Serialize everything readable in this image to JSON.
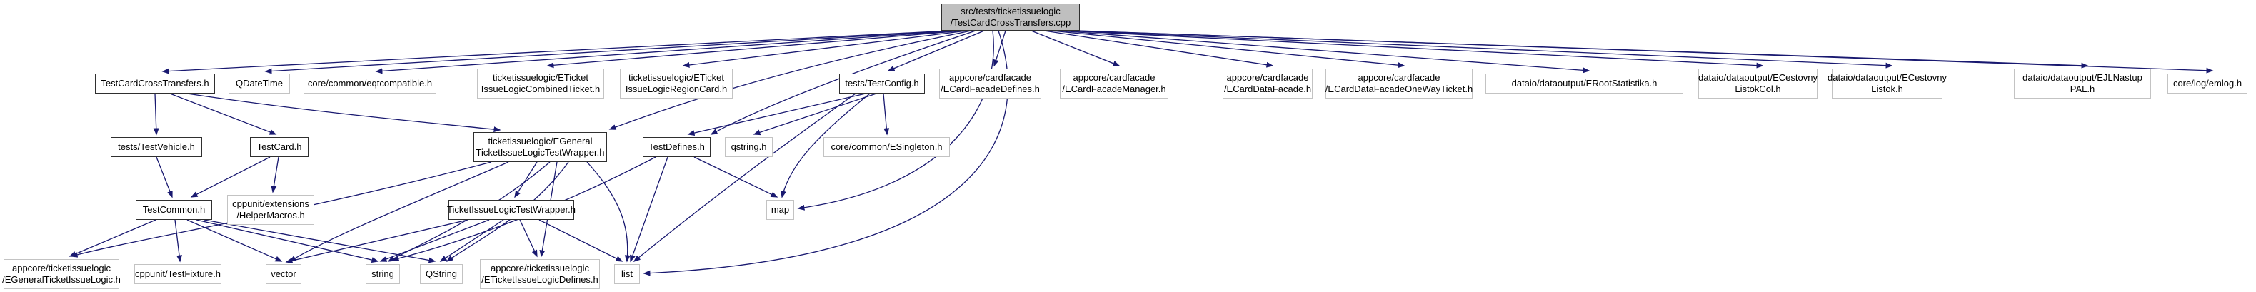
{
  "graph": {
    "title": "Include dependency graph for src/tests/ticketissuelogic/TestCardCrossTransfers.cpp",
    "type": "include-dependency-graph",
    "colors": {
      "edge": "#191970",
      "root_fill": "#bfbfbf",
      "linked_border": "#2f2f2f",
      "external_border": "#c3c3c3",
      "node_fill": "#ffffff",
      "text": "#000000"
    },
    "nodes": [
      {
        "id": "root",
        "label": "src/tests/ticketissuelogic\n/TestCardCrossTransfers.cpp",
        "kind": "root"
      },
      {
        "id": "test-card-cross-transfers-h",
        "label": "TestCardCrossTransfers.h",
        "kind": "linked"
      },
      {
        "id": "qdatetime",
        "label": "QDateTime",
        "kind": "external"
      },
      {
        "id": "eqtcompatible",
        "label": "core/common/eqtcompatible.h",
        "kind": "external"
      },
      {
        "id": "eticket-combined-ticket",
        "label": "ticketissuelogic/ETicket\nIssueLogicCombinedTicket.h",
        "kind": "external"
      },
      {
        "id": "eticket-region-card",
        "label": "ticketissuelogic/ETicket\nIssueLogicRegionCard.h",
        "kind": "external"
      },
      {
        "id": "test-config",
        "label": "tests/TestConfig.h",
        "kind": "linked"
      },
      {
        "id": "ecard-facade-defines",
        "label": "appcore/cardfacade\n/ECardFacadeDefines.h",
        "kind": "external"
      },
      {
        "id": "ecard-facade-manager",
        "label": "appcore/cardfacade\n/ECardFacadeManager.h",
        "kind": "external"
      },
      {
        "id": "ecard-data-facade",
        "label": "appcore/cardfacade\n/ECardDataFacade.h",
        "kind": "external"
      },
      {
        "id": "ecard-data-facade-one-way-ticket",
        "label": "appcore/cardfacade\n/ECardDataFacadeOneWayTicket.h",
        "kind": "external"
      },
      {
        "id": "eroot-statistika",
        "label": "dataio/dataoutput/ERootStatistika.h",
        "kind": "external"
      },
      {
        "id": "ecestovny-listok-col",
        "label": "dataio/dataoutput/ECestovny\nListokCol.h",
        "kind": "external"
      },
      {
        "id": "ecestovny-listok",
        "label": "dataio/dataoutput/ECestovny\nListok.h",
        "kind": "external"
      },
      {
        "id": "ejl-nastup-pal",
        "label": "dataio/dataoutput/EJLNastup\nPAL.h",
        "kind": "external"
      },
      {
        "id": "emlog",
        "label": "core/log/emlog.h",
        "kind": "external"
      },
      {
        "id": "test-vehicle",
        "label": "tests/TestVehicle.h",
        "kind": "linked"
      },
      {
        "id": "test-card",
        "label": "TestCard.h",
        "kind": "linked"
      },
      {
        "id": "egeneral-test-wrapper",
        "label": "ticketissuelogic/EGeneral\nTicketIssueLogicTestWrapper.h",
        "kind": "linked"
      },
      {
        "id": "test-defines",
        "label": "TestDefines.h",
        "kind": "linked"
      },
      {
        "id": "qstring-lower",
        "label": "qstring.h",
        "kind": "external"
      },
      {
        "id": "esingleton",
        "label": "core/common/ESingleton.h",
        "kind": "external"
      },
      {
        "id": "test-common",
        "label": "TestCommon.h",
        "kind": "linked"
      },
      {
        "id": "helper-macros",
        "label": "cppunit/extensions\n/HelperMacros.h",
        "kind": "external"
      },
      {
        "id": "ticket-issue-logic-test-wrapper",
        "label": "TicketIssueLogicTestWrapper.h",
        "kind": "linked"
      },
      {
        "id": "map",
        "label": "map",
        "kind": "external"
      },
      {
        "id": "egeneral-ticket-issue-logic",
        "label": "appcore/ticketissuelogic\n/EGeneralTicketIssueLogic.h",
        "kind": "external"
      },
      {
        "id": "test-fixture",
        "label": "cppunit/TestFixture.h",
        "kind": "external"
      },
      {
        "id": "vector",
        "label": "vector",
        "kind": "external"
      },
      {
        "id": "string",
        "label": "string",
        "kind": "external"
      },
      {
        "id": "qstring-upper",
        "label": "QString",
        "kind": "external"
      },
      {
        "id": "eticket-issue-logic-defines",
        "label": "appcore/ticketissuelogic\n/ETicketIssueLogicDefines.h",
        "kind": "external"
      },
      {
        "id": "list",
        "label": "list",
        "kind": "external"
      }
    ],
    "edges": [
      [
        "root",
        "test-card-cross-transfers-h"
      ],
      [
        "root",
        "qdatetime"
      ],
      [
        "root",
        "eqtcompatible"
      ],
      [
        "root",
        "eticket-combined-ticket"
      ],
      [
        "root",
        "eticket-region-card"
      ],
      [
        "root",
        "test-config"
      ],
      [
        "root",
        "ecard-facade-defines"
      ],
      [
        "root",
        "ecard-facade-manager"
      ],
      [
        "root",
        "ecard-data-facade"
      ],
      [
        "root",
        "ecard-data-facade-one-way-ticket"
      ],
      [
        "root",
        "eroot-statistika"
      ],
      [
        "root",
        "ecestovny-listok-col"
      ],
      [
        "root",
        "ecestovny-listok"
      ],
      [
        "root",
        "ejl-nastup-pal"
      ],
      [
        "root",
        "emlog"
      ],
      [
        "root",
        "egeneral-test-wrapper"
      ],
      [
        "root",
        "test-defines"
      ],
      [
        "root",
        "map"
      ],
      [
        "root",
        "list"
      ],
      [
        "test-card-cross-transfers-h",
        "test-vehicle"
      ],
      [
        "test-card-cross-transfers-h",
        "test-card"
      ],
      [
        "test-card-cross-transfers-h",
        "egeneral-test-wrapper"
      ],
      [
        "test-config",
        "test-defines"
      ],
      [
        "test-config",
        "qstring-lower"
      ],
      [
        "test-config",
        "esingleton"
      ],
      [
        "test-config",
        "map"
      ],
      [
        "test-config",
        "list"
      ],
      [
        "test-vehicle",
        "test-common"
      ],
      [
        "test-card",
        "test-common"
      ],
      [
        "test-card",
        "helper-macros"
      ],
      [
        "test-common",
        "egeneral-ticket-issue-logic"
      ],
      [
        "test-common",
        "test-fixture"
      ],
      [
        "test-common",
        "vector"
      ],
      [
        "test-common",
        "string"
      ],
      [
        "test-common",
        "qstring-upper"
      ],
      [
        "egeneral-test-wrapper",
        "ticket-issue-logic-test-wrapper"
      ],
      [
        "egeneral-test-wrapper",
        "vector"
      ],
      [
        "egeneral-test-wrapper",
        "egeneral-ticket-issue-logic"
      ],
      [
        "egeneral-test-wrapper",
        "string"
      ],
      [
        "egeneral-test-wrapper",
        "qstring-upper"
      ],
      [
        "egeneral-test-wrapper",
        "eticket-issue-logic-defines"
      ],
      [
        "egeneral-test-wrapper",
        "list"
      ],
      [
        "ticket-issue-logic-test-wrapper",
        "vector"
      ],
      [
        "ticket-issue-logic-test-wrapper",
        "string"
      ],
      [
        "ticket-issue-logic-test-wrapper",
        "qstring-upper"
      ],
      [
        "ticket-issue-logic-test-wrapper",
        "eticket-issue-logic-defines"
      ],
      [
        "ticket-issue-logic-test-wrapper",
        "list"
      ],
      [
        "test-defines",
        "list"
      ],
      [
        "test-defines",
        "string"
      ],
      [
        "test-defines",
        "map"
      ]
    ]
  }
}
